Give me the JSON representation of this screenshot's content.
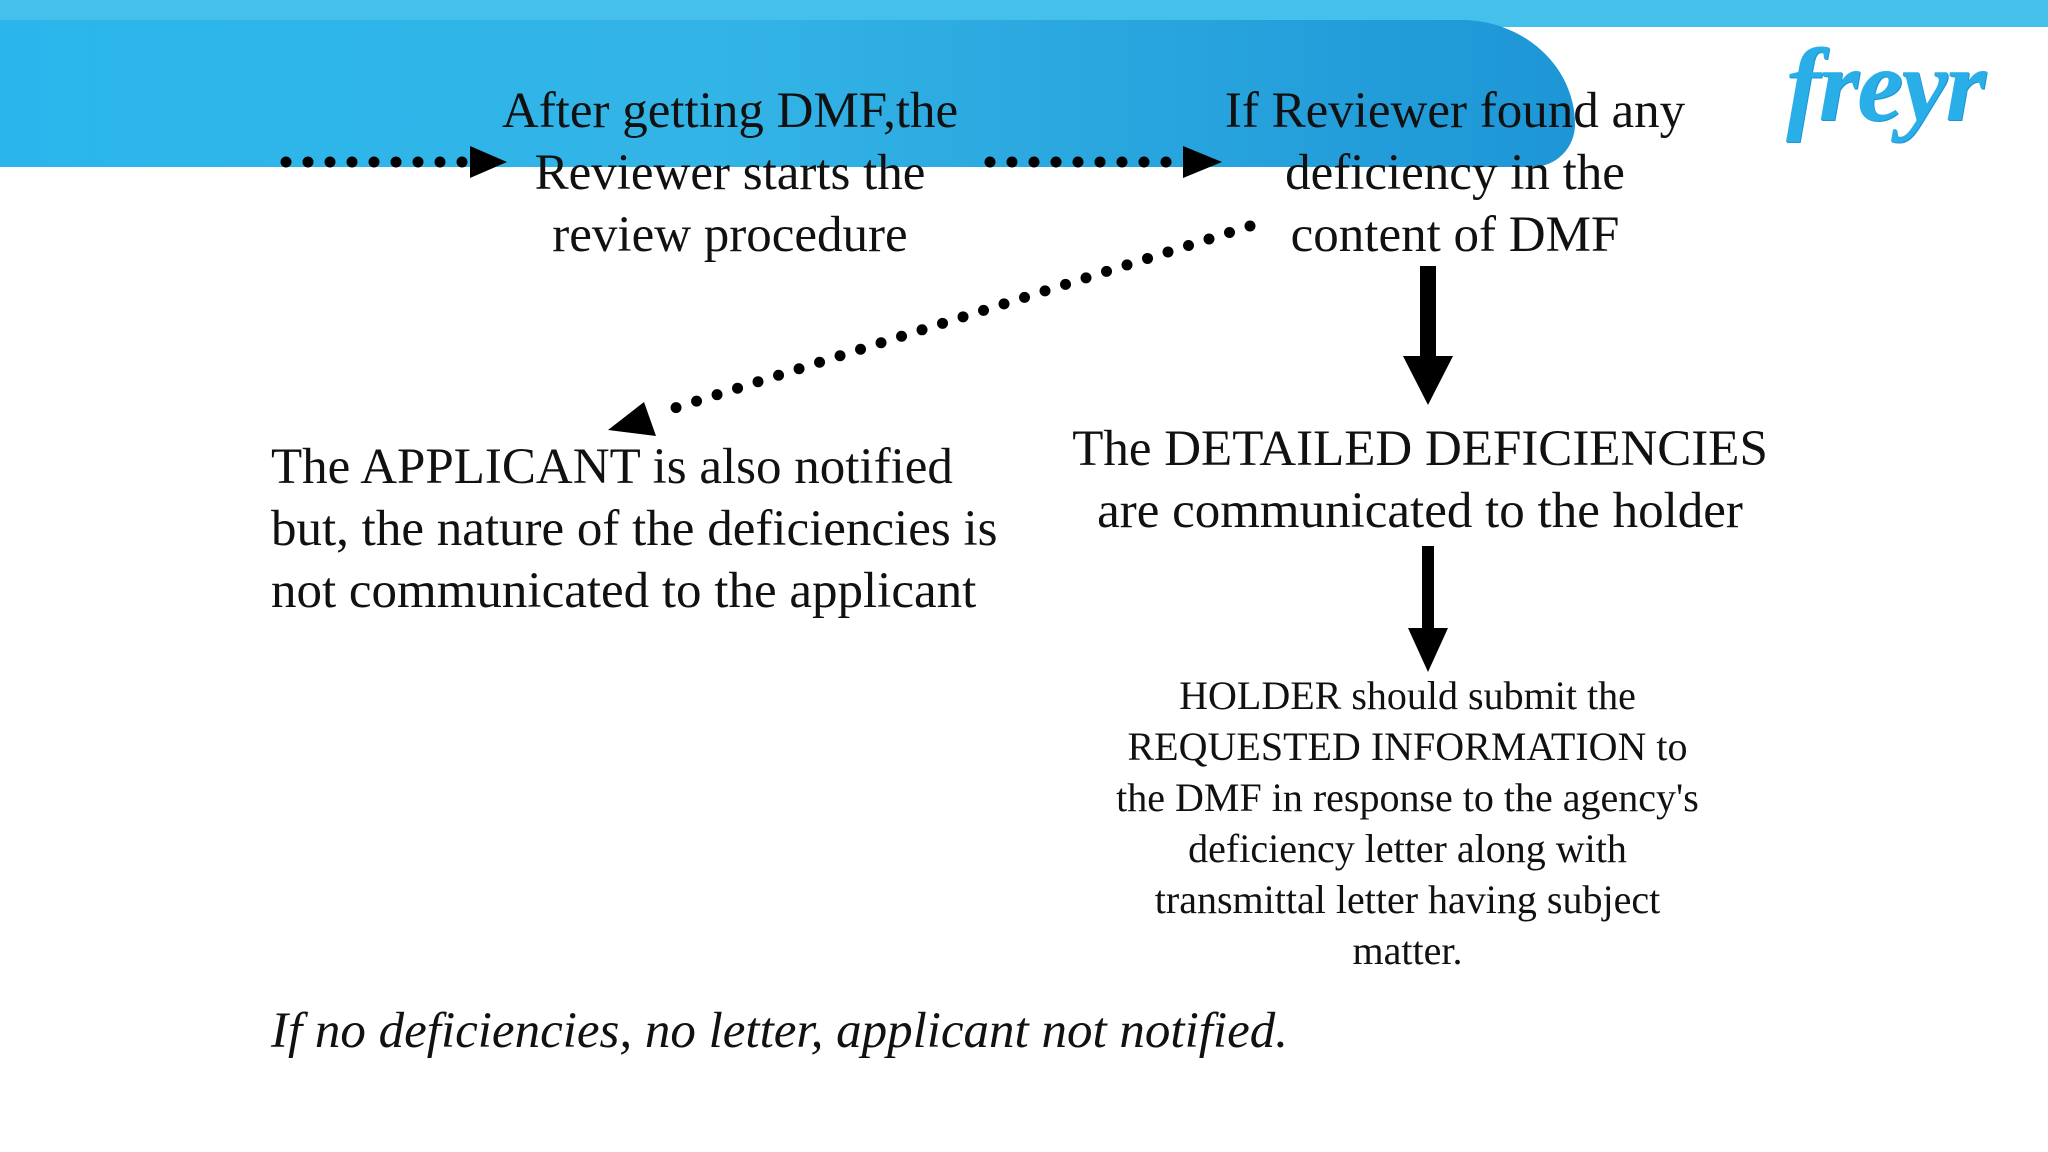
{
  "brand": {
    "logo_text": "freyr",
    "accent_color": "#2ab6ec",
    "stripe_color": "#44c0ea",
    "text_color": "#111111"
  },
  "diagram": {
    "steps": {
      "review": {
        "lines": [
          "After getting DMF,the",
          "Reviewer starts the",
          "review procedure"
        ]
      },
      "deficiency": {
        "lines": [
          "If Reviewer found any",
          "deficiency in the",
          "content of DMF"
        ]
      },
      "applicant": {
        "lines": [
          "The APPLICANT is also notified",
          "but, the nature of the deficiencies is",
          "not communicated to the applicant"
        ]
      },
      "holder": {
        "lines": [
          "The DETAILED DEFICIENCIES",
          "are communicated to the holder"
        ]
      },
      "submit": {
        "lines": [
          "HOLDER should submit the",
          "REQUESTED INFORMATION to",
          "the DMF in response to the agency's",
          "deficiency letter along with",
          "transmittal letter having subject",
          "matter."
        ]
      }
    },
    "footnote": "If no deficiencies, no letter, applicant not notified."
  }
}
